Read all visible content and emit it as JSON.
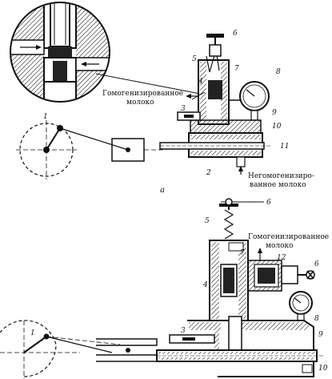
{
  "figure_a": {
    "label_homogenized_line1": "Гомогенизированное",
    "label_homogenized_line2": "молоко",
    "label_raw_line1": "Негомогенизиро-",
    "label_raw_line2": "ванное молоко",
    "caption": "а",
    "numbers": [
      "1",
      "2",
      "3",
      "4",
      "5",
      "6",
      "7",
      "8",
      "9",
      "10",
      "11"
    ]
  },
  "figure_b": {
    "label_homogenized_line1": "Гомогенизированное",
    "label_homogenized_line2": "молоко",
    "numbers": [
      "1",
      "3",
      "4",
      "5",
      "6",
      "6",
      "7",
      "8",
      "9",
      "10",
      "12"
    ]
  }
}
